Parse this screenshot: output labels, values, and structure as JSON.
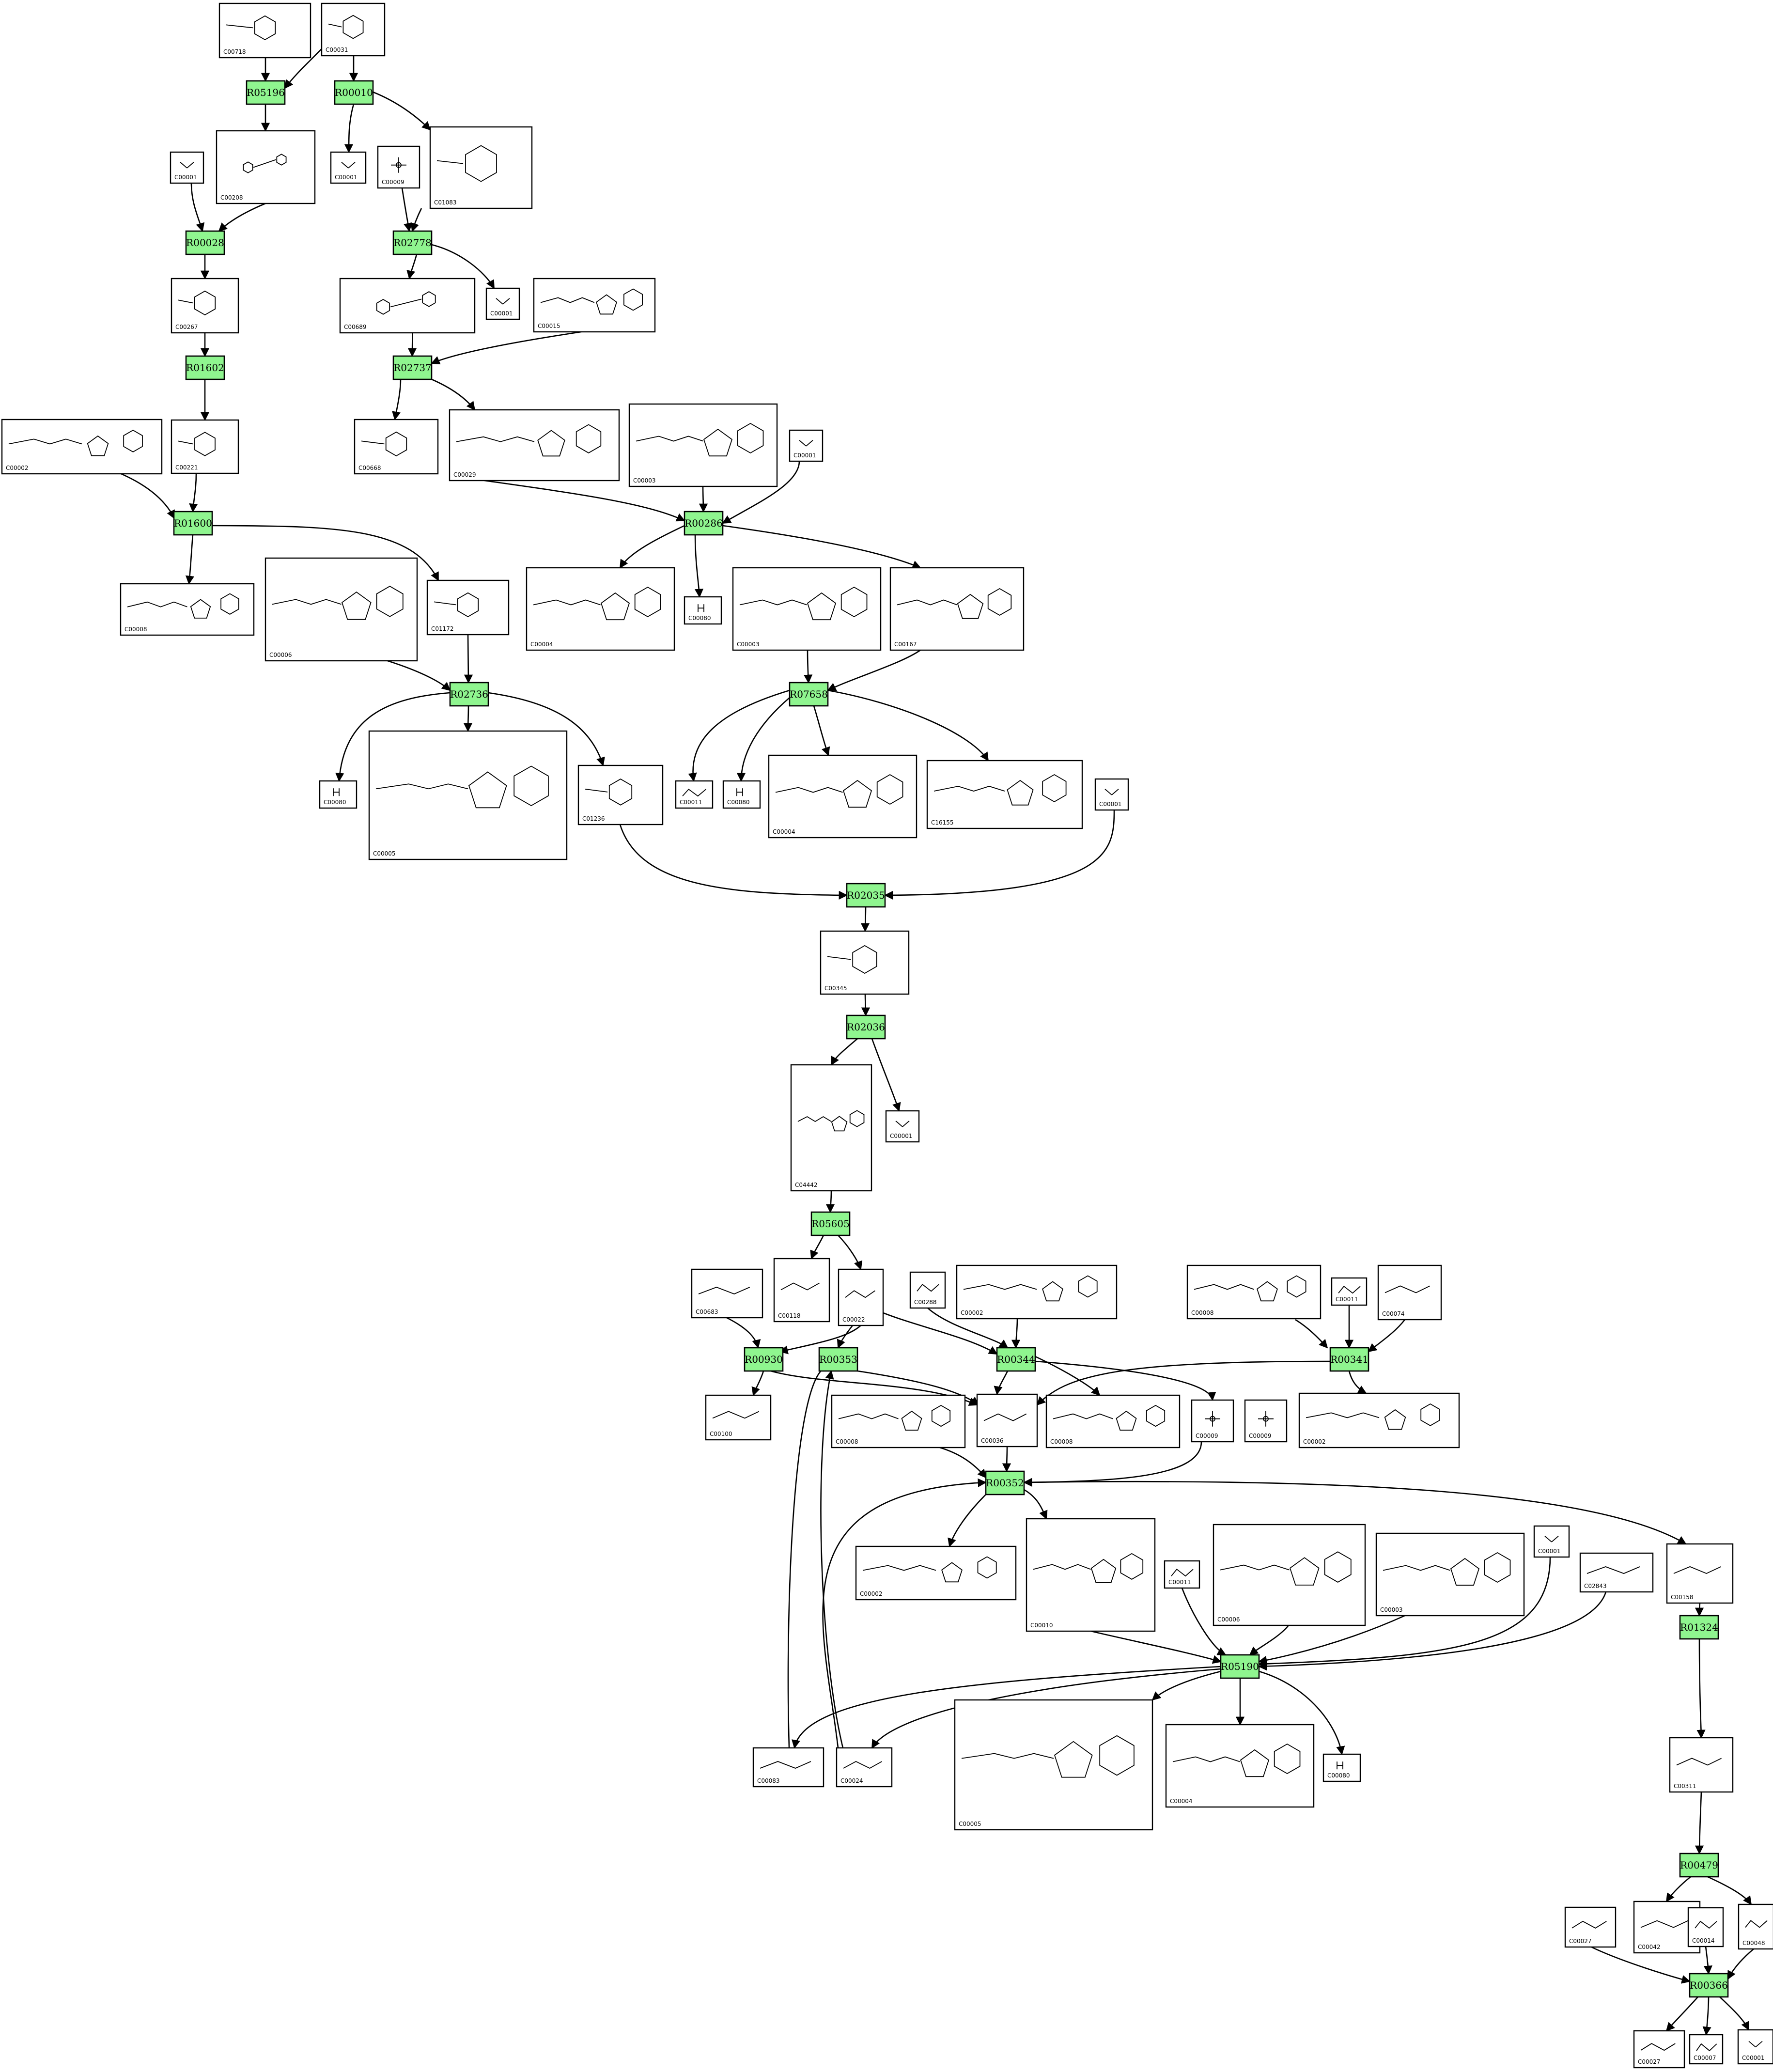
{
  "reactions": [
    {
      "id": "R05196"
    },
    {
      "id": "R00010"
    },
    {
      "id": "R00028"
    },
    {
      "id": "R02778"
    },
    {
      "id": "R01602"
    },
    {
      "id": "R02737"
    },
    {
      "id": "R01600"
    },
    {
      "id": "R00286"
    },
    {
      "id": "R02736"
    },
    {
      "id": "R07658"
    },
    {
      "id": "R02035"
    },
    {
      "id": "R02036"
    },
    {
      "id": "R05605"
    },
    {
      "id": "R00930"
    },
    {
      "id": "R00353"
    },
    {
      "id": "R00344"
    },
    {
      "id": "R00341"
    },
    {
      "id": "R00352"
    },
    {
      "id": "R05190"
    },
    {
      "id": "R01324"
    },
    {
      "id": "R00479"
    },
    {
      "id": "R00366"
    }
  ],
  "compounds": [
    {
      "id": "C00718"
    },
    {
      "id": "C00031"
    },
    {
      "id": "C00208"
    },
    {
      "id": "C00001"
    },
    {
      "id": "C01083"
    },
    {
      "id": "C00009"
    },
    {
      "id": "C00267"
    },
    {
      "id": "C00689"
    },
    {
      "id": "C00015"
    },
    {
      "id": "C00221"
    },
    {
      "id": "C00668"
    },
    {
      "id": "C00029"
    },
    {
      "id": "C00003"
    },
    {
      "id": "C00002"
    },
    {
      "id": "C00008"
    },
    {
      "id": "C00006"
    },
    {
      "id": "C01172"
    },
    {
      "id": "C00004"
    },
    {
      "id": "C00080"
    },
    {
      "id": "C00167"
    },
    {
      "id": "C00005"
    },
    {
      "id": "C01236"
    },
    {
      "id": "C00011"
    },
    {
      "id": "C16155"
    },
    {
      "id": "C00345"
    },
    {
      "id": "C04442"
    },
    {
      "id": "C00683"
    },
    {
      "id": "C00118"
    },
    {
      "id": "C00022"
    },
    {
      "id": "C00288"
    },
    {
      "id": "C00074"
    },
    {
      "id": "C00100"
    },
    {
      "id": "C00036"
    },
    {
      "id": "C00010"
    },
    {
      "id": "C02843"
    },
    {
      "id": "C00158"
    },
    {
      "id": "C00083"
    },
    {
      "id": "C00024"
    },
    {
      "id": "C00311"
    },
    {
      "id": "C00027"
    },
    {
      "id": "C00042"
    },
    {
      "id": "C00014"
    },
    {
      "id": "C00048"
    },
    {
      "id": "C00007"
    }
  ]
}
